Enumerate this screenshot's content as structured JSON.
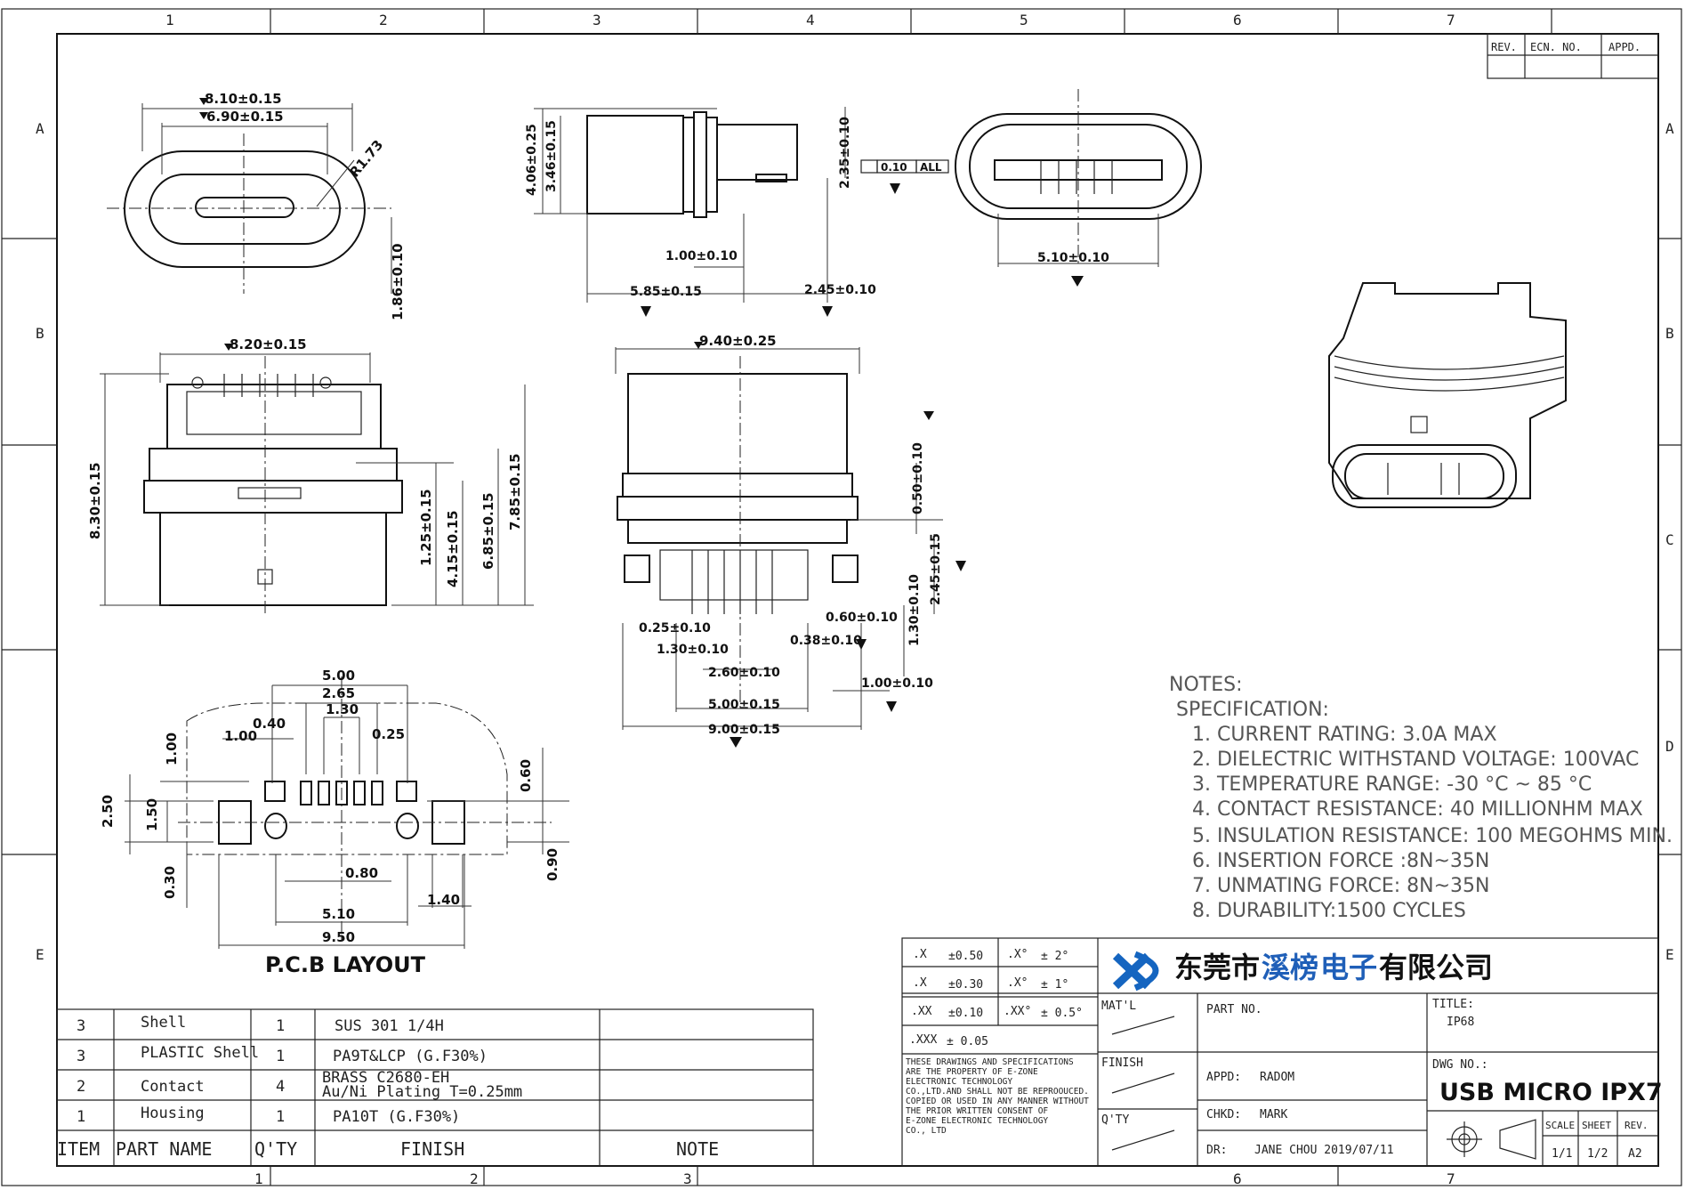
{
  "border": {
    "zones_top": [
      "1",
      "2",
      "3",
      "4",
      "5",
      "6",
      "7"
    ],
    "zones_bottom": [
      "1",
      "2",
      "3",
      "6",
      "7"
    ],
    "zones_left": [
      "A",
      "B",
      "E"
    ],
    "zones_right": [
      "A",
      "B",
      "C",
      "D",
      "E"
    ]
  },
  "revision_block": {
    "rev": "REV.",
    "ecn": "ECN. NO.",
    "appd": "APPD."
  },
  "top_view": {
    "d1": "8.10±0.15",
    "d2": "6.90±0.15",
    "radius": "R1.73",
    "d3": "1.86±0.10"
  },
  "side_view": {
    "h1": "4.06±0.25",
    "h2": "3.46±0.15",
    "h3": "2.35±0.10",
    "flat": "0.10",
    "all": "ALL",
    "w1": "1.00±0.10",
    "w2": "5.85±0.15",
    "w3": "2.45±0.10"
  },
  "front_view": {
    "w": "5.10±0.10"
  },
  "left_front": {
    "w": "8.20±0.15",
    "h_total": "8.30±0.15",
    "h1": "1.25±0.15",
    "h2": "4.15±0.15",
    "h3": "6.85±0.15",
    "h4": "7.85±0.15"
  },
  "mid_view": {
    "w": "9.40±0.25",
    "v1": "0.50±0.10",
    "v2": "2.45±0.15",
    "v3": "1.30±0.10",
    "d1": "0.25±0.10",
    "d2": "1.30±0.10",
    "d3": "0.60±0.10",
    "d4": "0.38±0.10",
    "d5": "2.60±0.10",
    "d6": "1.00±0.10",
    "d7": "5.00±0.15",
    "d8": "9.00±0.15"
  },
  "pcb": {
    "title": "P.C.B LAYOUT",
    "dims": [
      "5.00",
      "2.65",
      "1.30",
      "0.40",
      "1.00",
      "0.25",
      "1.00",
      "2.50",
      "1.50",
      "0.30",
      "0.80",
      "5.10",
      "1.40",
      "9.50",
      "0.60",
      "0.90"
    ]
  },
  "notes": {
    "heading": "NOTES:",
    "sub": "SPECIFICATION:",
    "items": [
      "1. CURRENT RATING: 3.0A MAX",
      "2. DIELECTRIC WITHSTAND VOLTAGE: 100VAC",
      "3. TEMPERATURE RANGE: -30 °C ~ 85 °C",
      "4. CONTACT RESISTANCE: 40 MILLIONHM MAX",
      "5. INSULATION RESISTANCE: 100 MEGOHMS MIN.",
      "6. INSERTION FORCE :8N~35N",
      "7. UNMATING FORCE: 8N~35N",
      "8. DURABILITY:1500 CYCLES"
    ]
  },
  "bom": {
    "rows": [
      {
        "item": "3",
        "part": "Shell",
        "qty": "1",
        "finish": "SUS 301 1/4H"
      },
      {
        "item": "3",
        "part": "PLASTIC Shell",
        "qty": "1",
        "finish": "PA9T&LCP (G.F30%)"
      },
      {
        "item": "2",
        "part": "Contact",
        "qty": "4",
        "finish": "BRASS C2680-EH",
        "finish2": "Au/Ni Plating T=0.25mm"
      },
      {
        "item": "1",
        "part": "Housing",
        "qty": "1",
        "finish": "PA10T (G.F30%)"
      }
    ],
    "header": {
      "item": "ITEM",
      "part": "PART NAME",
      "qty": "Q'TY",
      "finish": "FINISH",
      "note": "NOTE"
    }
  },
  "tolerance": {
    "r1": [
      ".X",
      "±0.50",
      ".X°",
      "± 2°"
    ],
    "r2": [
      ".X",
      "±0.30",
      ".X°",
      "± 1°"
    ],
    "r3": [
      ".XX",
      "±0.10",
      ".XX°",
      "± 0.5°"
    ],
    "r4": [
      ".XXX",
      "± 0.05"
    ],
    "disclaimer": [
      "THESE DRAWINGS AND SPECIFICATIONS",
      "ARE THE PROPERTY OF E-ZONE",
      "ELECTRONIC TECHNOLOGY",
      "CO.,LTD.AND SHALL NOT BE REPROOUCED.",
      "COPIED OR USED IN ANY MANNER WITHOUT",
      "THE PRIOR WRITTEN CONSENT OF",
      "E-ZONE ELECTRONIC TECHNOLOGY",
      "CO., LTD"
    ]
  },
  "title_block": {
    "company_a": "东莞市",
    "company_b": "溪榜",
    "company_c": "电子",
    "company_d": "有限公司",
    "matl": "MAT'L",
    "finish": "FINISH",
    "qty": "Q'TY",
    "part_no": "PART NO.",
    "title_label": "TITLE:",
    "title_value": "IP68",
    "appd": "APPD:",
    "appd_value": "RADOM",
    "chkd": "CHKD:",
    "chkd_value": "MARK",
    "dr": "DR:",
    "dr_value": "JANE CHOU 2019/07/11",
    "dwg_label": "DWG NO.:",
    "dwg_value": "USB MICRO IPX7",
    "scale": "SCALE",
    "sheet": "SHEET",
    "rev": "REV.",
    "scale_value": "1/1",
    "sheet_value": "1/2",
    "rev_value": "A2"
  },
  "colors": {
    "line": "#111111",
    "accent_blue": "#1f5fb8",
    "logo_blue": "#1565c0"
  }
}
